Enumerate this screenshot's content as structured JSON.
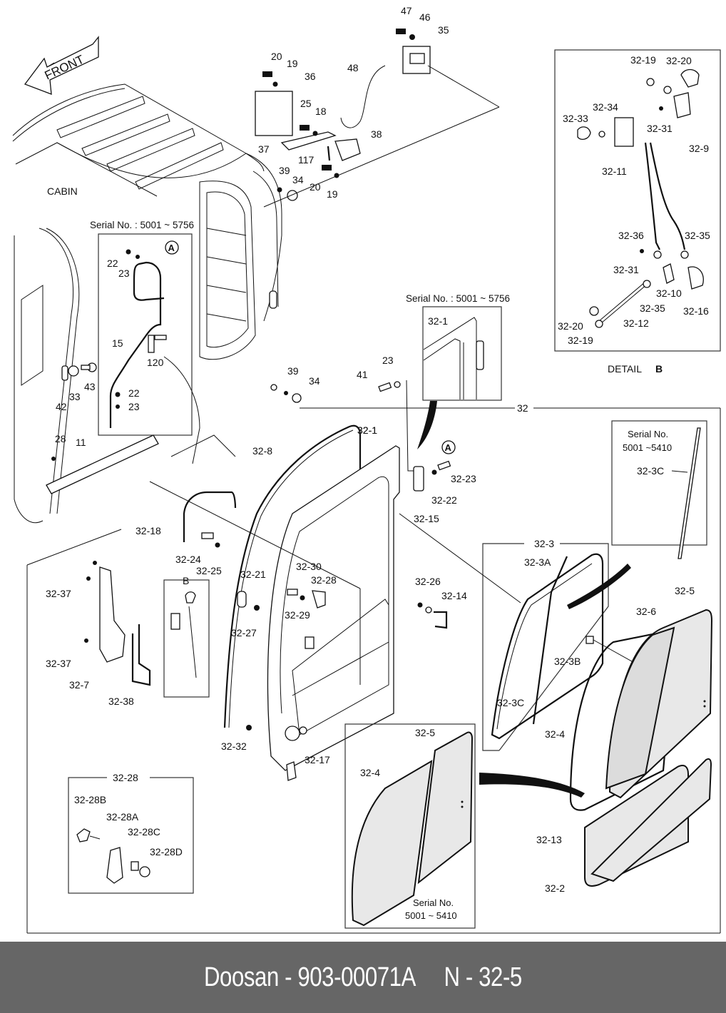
{
  "diagram": {
    "front_arrow_label": "FRONT",
    "cabin_label": "CABIN",
    "serial_notes": {
      "cabin_inset": "Serial No. : 5001 ~ 5756",
      "door_inset": "Serial No. : 5001 ~ 5756",
      "seal_inset_line1": "Serial No.",
      "seal_inset_line2": "5001 ~5410",
      "glass_inset_line1": "Serial No.",
      "glass_inset_line2": "5001 ~ 5410"
    },
    "detail_b": {
      "title": "DETAIL",
      "letter": "B",
      "box_label": "B"
    },
    "callout_a": "A",
    "group_labels": {
      "door_assembly": "32",
      "window_group": "32-3",
      "knob_group": "32-28"
    },
    "top_parts": [
      "47",
      "46",
      "35",
      "48",
      "20",
      "19",
      "36",
      "25",
      "18",
      "38",
      "37",
      "117",
      "39",
      "34",
      "20",
      "19"
    ],
    "cabin_parts": [
      "22",
      "23",
      "15",
      "120",
      "42",
      "33",
      "43",
      "22",
      "23",
      "28",
      "11"
    ],
    "mid_parts": [
      "39",
      "34",
      "41",
      "23",
      "32-1",
      "32-23",
      "32-22",
      "32-15"
    ],
    "detail_b_parts": [
      "32-19",
      "32-20",
      "32-33",
      "32-34",
      "32-31",
      "32-9",
      "32-11",
      "32-36",
      "32-35",
      "32-31",
      "32-10",
      "32-35",
      "32-16",
      "32-20",
      "32-12",
      "32-19"
    ],
    "door_parts": [
      "32-8",
      "32-1",
      "32-18",
      "32-24",
      "32-25",
      "32-37",
      "32-37",
      "32-7",
      "32-38",
      "32-21",
      "32-27",
      "32-30",
      "32-28",
      "32-29",
      "32-26",
      "32-14",
      "32-32",
      "32-17"
    ],
    "window_parts": [
      "32-3A",
      "32-3B",
      "32-3C",
      "32-3C",
      "32-5",
      "32-6",
      "32-4",
      "32-13",
      "32-2"
    ],
    "knob_parts": [
      "32-28B",
      "32-28A",
      "32-28C",
      "32-28D"
    ],
    "glass_inset_parts": [
      "32-5",
      "32-4"
    ]
  },
  "footer": {
    "brand": "Doosan",
    "part_number": "903-00071A",
    "page_ref": "N - 32-5",
    "text": "Doosan - 903-00071A     N - 32-5"
  }
}
